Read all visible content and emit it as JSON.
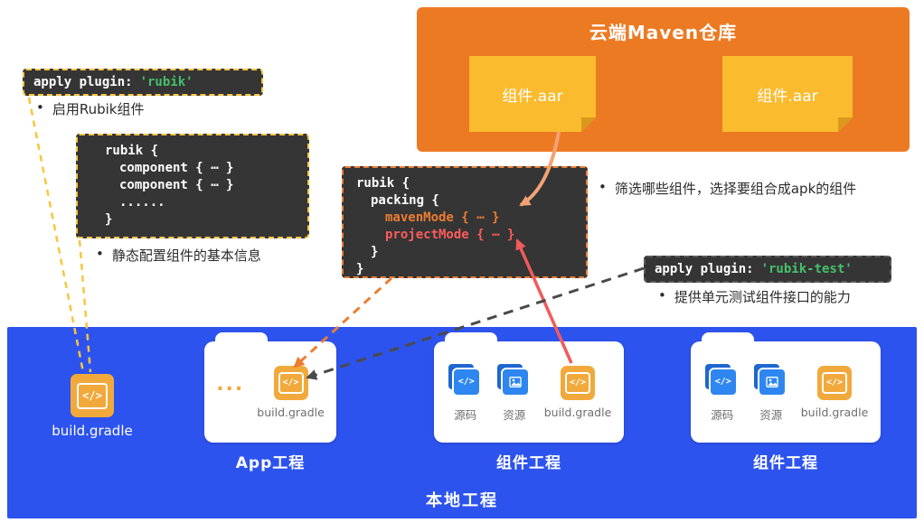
{
  "colors": {
    "maven_bg": "#EC7A23",
    "tag_yellow": "#FBBB2E",
    "code_bg": "#353535",
    "yellow_dash": "#F8C63F",
    "orange": "#ED7D31",
    "red": "#F15B5B",
    "green": "#46C06A",
    "blue_bg": "#2D53EE",
    "icon_blue": "#2E86F0",
    "icon_yellow": "#F2A93B",
    "gray_dash": "#4A4A4A"
  },
  "maven": {
    "title": "云端Maven仓库",
    "artifacts": [
      "组件.aar",
      "组件.aar"
    ]
  },
  "apply_rubik": {
    "code_prefix": "apply plugin:",
    "code_value": "'rubik'",
    "bullet": "•",
    "note": "启用Rubik组件"
  },
  "component_block": {
    "lines": [
      "rubik {",
      "component { ⋯ }",
      "component { ⋯ }",
      "......",
      "}"
    ],
    "bullet": "•",
    "note": "静态配置组件的基本信息"
  },
  "packing_block": {
    "lines": [
      "rubik {",
      "packing {",
      "mavenMode { ⋯ }",
      "projectMode { ⋯ }",
      "}",
      "}"
    ],
    "bullet": "•",
    "note": "筛选哪些组件，选择要组合成apk的组件"
  },
  "apply_rubik_test": {
    "code_prefix": "apply plugin:",
    "code_value": "'rubik-test'",
    "bullet": "•",
    "note": "提供单元测试组件接口的能力"
  },
  "icons": {
    "code_glyph": "</>",
    "ellipsis": "..."
  },
  "local": {
    "title": "本地工程",
    "standalone_file": "build.gradle",
    "app_folder": {
      "name": "App工程",
      "file": "build.gradle"
    },
    "component_folders": [
      {
        "name": "组件工程",
        "files": [
          "源码",
          "资源",
          "build.gradle"
        ]
      },
      {
        "name": "组件工程",
        "files": [
          "源码",
          "资源",
          "build.gradle"
        ]
      }
    ]
  }
}
